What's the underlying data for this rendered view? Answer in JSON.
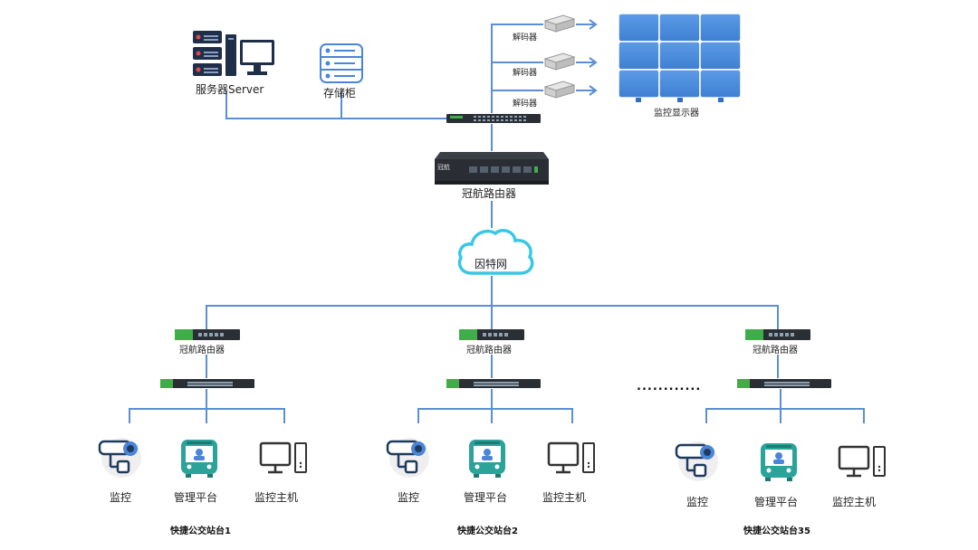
{
  "top": {
    "server_label": "服务器Server",
    "storage_label": "存储柜",
    "decoder_labels": [
      "解码器",
      "解码器",
      "解码器"
    ],
    "monitor_wall_label": "监控显示器",
    "main_router_label": "冠航路由器",
    "main_router_brand": "冠航",
    "internet_label": "因特网"
  },
  "stations": [
    {
      "router_label": "冠航路由器",
      "devices": [
        "监控",
        "管理平台",
        "监控主机"
      ],
      "name": "快捷公交站台1"
    },
    {
      "router_label": "冠航路由器",
      "devices": [
        "监控",
        "管理平台",
        "监控主机"
      ],
      "name": "快捷公交站台2"
    },
    {
      "router_label": "冠航路由器",
      "devices": [
        "监控",
        "管理平台",
        "监控主机"
      ],
      "name": "快捷公交站台35"
    }
  ],
  "ellipsis": "............",
  "colors": {
    "line": "#5b8fd1",
    "cloud": "#38c7e6",
    "screen": "#4a86d8",
    "bus": "#2aa39a",
    "green": "#3fae49"
  }
}
